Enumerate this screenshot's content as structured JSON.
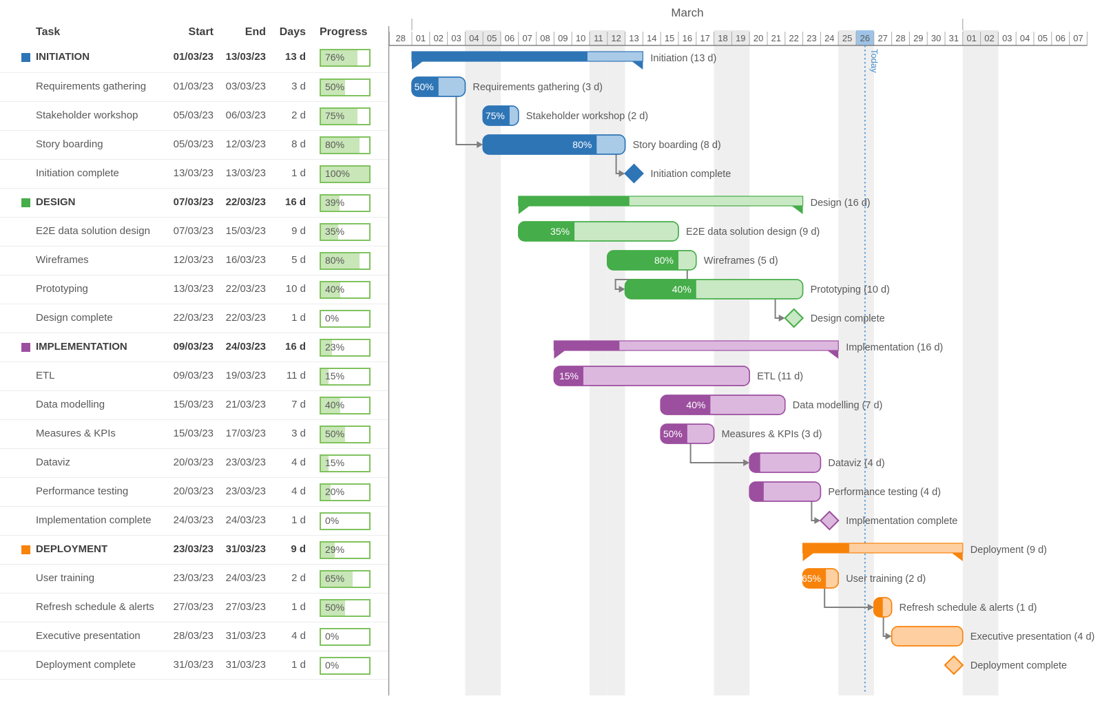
{
  "table": {
    "headers": {
      "task": "Task",
      "start": "Start",
      "end": "End",
      "days": "Days",
      "progress": "Progress"
    }
  },
  "palette": {
    "blue": {
      "dark": "#2E75B6",
      "light": "#A9CBE8"
    },
    "green": {
      "dark": "#45AD49",
      "light": "#C9E8C4"
    },
    "purple": {
      "dark": "#9C4F9F",
      "light": "#DCB8DF"
    },
    "orange": {
      "dark": "#F8830B",
      "light": "#FDCFA1"
    }
  },
  "ui": {
    "today_line": "#5B9BD5",
    "today_cell": "#9DC3E6",
    "weekend_band": "#EFEFEF",
    "weekend_header": "#E9E9E9",
    "tick": "#ABABAB",
    "axis": "#808080",
    "divider": "#8C8C8C",
    "text": "#595959",
    "text_dark": "#3F3F3F",
    "connector": "#7F7F7F",
    "table_bar_border": "#7FC25D",
    "table_bar_fill": "#C8E6B7"
  },
  "chart_data": {
    "type": "gantt",
    "month_label": "March",
    "today_label": "Today",
    "timeline_start": "28/02/23",
    "timeline_end": "07/04/23",
    "today_date": "26/03/23",
    "today_day_index": 26,
    "timeline_days": [
      "28",
      "01",
      "02",
      "03",
      "04",
      "05",
      "06",
      "07",
      "08",
      "09",
      "10",
      "11",
      "12",
      "13",
      "14",
      "15",
      "16",
      "17",
      "18",
      "19",
      "20",
      "21",
      "22",
      "23",
      "24",
      "25",
      "26",
      "27",
      "28",
      "29",
      "30",
      "31",
      "01",
      "02",
      "03",
      "04",
      "05",
      "06",
      "07"
    ],
    "weekend_day_indices": [
      4,
      5,
      11,
      12,
      18,
      19,
      25,
      26,
      32,
      33
    ],
    "tasks": [
      {
        "name": "INITIATION",
        "start": "01/03/23",
        "end": "13/03/23",
        "days": "13 d",
        "progress": 76,
        "kind": "summary",
        "group": "blue",
        "bar_label": "Initiation (13 d)",
        "show_pct_on_bar": false
      },
      {
        "name": "Requirements gathering",
        "start": "01/03/23",
        "end": "03/03/23",
        "days": "3 d",
        "progress": 50,
        "kind": "task",
        "group": "blue",
        "bar_label": "Requirements gathering (3 d)",
        "show_pct_on_bar": true
      },
      {
        "name": "Stakeholder workshop",
        "start": "05/03/23",
        "end": "06/03/23",
        "days": "2 d",
        "progress": 75,
        "kind": "task",
        "group": "blue",
        "bar_label": "Stakeholder workshop (2 d)",
        "show_pct_on_bar": true
      },
      {
        "name": "Story boarding",
        "start": "05/03/23",
        "end": "12/03/23",
        "days": "8 d",
        "progress": 80,
        "kind": "task",
        "group": "blue",
        "bar_label": "Story boarding (8 d)",
        "show_pct_on_bar": true
      },
      {
        "name": "Initiation complete",
        "start": "13/03/23",
        "end": "13/03/23",
        "days": "1 d",
        "progress": 100,
        "kind": "milestone",
        "group": "blue",
        "bar_label": "Initiation complete",
        "show_pct_on_bar": false
      },
      {
        "name": "DESIGN",
        "start": "07/03/23",
        "end": "22/03/23",
        "days": "16 d",
        "progress": 39,
        "kind": "summary",
        "group": "green",
        "bar_label": "Design (16 d)",
        "show_pct_on_bar": false
      },
      {
        "name": "E2E data solution design",
        "start": "07/03/23",
        "end": "15/03/23",
        "days": "9 d",
        "progress": 35,
        "kind": "task",
        "group": "green",
        "bar_label": "E2E data solution design (9 d)",
        "show_pct_on_bar": true
      },
      {
        "name": "Wireframes",
        "start": "12/03/23",
        "end": "16/03/23",
        "days": "5 d",
        "progress": 80,
        "kind": "task",
        "group": "green",
        "bar_label": "Wireframes (5 d)",
        "show_pct_on_bar": true
      },
      {
        "name": "Prototyping",
        "start": "13/03/23",
        "end": "22/03/23",
        "days": "10 d",
        "progress": 40,
        "kind": "task",
        "group": "green",
        "bar_label": "Prototyping (10 d)",
        "show_pct_on_bar": true
      },
      {
        "name": "Design complete",
        "start": "22/03/23",
        "end": "22/03/23",
        "days": "1 d",
        "progress": 0,
        "kind": "milestone",
        "group": "green",
        "bar_label": "Design complete",
        "show_pct_on_bar": false
      },
      {
        "name": "IMPLEMENTATION",
        "start": "09/03/23",
        "end": "24/03/23",
        "days": "16 d",
        "progress": 23,
        "kind": "summary",
        "group": "purple",
        "bar_label": "Implementation (16 d)",
        "show_pct_on_bar": false
      },
      {
        "name": "ETL",
        "start": "09/03/23",
        "end": "19/03/23",
        "days": "11 d",
        "progress": 15,
        "kind": "task",
        "group": "purple",
        "bar_label": "ETL (11 d)",
        "show_pct_on_bar": true
      },
      {
        "name": "Data modelling",
        "start": "15/03/23",
        "end": "21/03/23",
        "days": "7 d",
        "progress": 40,
        "kind": "task",
        "group": "purple",
        "bar_label": "Data modelling (7 d)",
        "show_pct_on_bar": true
      },
      {
        "name": "Measures & KPIs",
        "start": "15/03/23",
        "end": "17/03/23",
        "days": "3 d",
        "progress": 50,
        "kind": "task",
        "group": "purple",
        "bar_label": "Measures & KPIs (3 d)",
        "show_pct_on_bar": true
      },
      {
        "name": "Dataviz",
        "start": "20/03/23",
        "end": "23/03/23",
        "days": "4 d",
        "progress": 15,
        "kind": "task",
        "group": "purple",
        "bar_label": "Dataviz (4 d)",
        "show_pct_on_bar": false
      },
      {
        "name": "Performance testing",
        "start": "20/03/23",
        "end": "23/03/23",
        "days": "4 d",
        "progress": 20,
        "kind": "task",
        "group": "purple",
        "bar_label": "Performance testing (4 d)",
        "show_pct_on_bar": false
      },
      {
        "name": "Implementation complete",
        "start": "24/03/23",
        "end": "24/03/23",
        "days": "1 d",
        "progress": 0,
        "kind": "milestone",
        "group": "purple",
        "bar_label": "Implementation complete",
        "show_pct_on_bar": false
      },
      {
        "name": "DEPLOYMENT",
        "start": "23/03/23",
        "end": "31/03/23",
        "days": "9 d",
        "progress": 29,
        "kind": "summary",
        "group": "orange",
        "bar_label": "Deployment (9 d)",
        "show_pct_on_bar": false
      },
      {
        "name": "User training",
        "start": "23/03/23",
        "end": "24/03/23",
        "days": "2 d",
        "progress": 65,
        "kind": "task",
        "group": "orange",
        "bar_label": "User training (2 d)",
        "show_pct_on_bar": true
      },
      {
        "name": "Refresh schedule & alerts",
        "start": "27/03/23",
        "end": "27/03/23",
        "days": "1 d",
        "progress": 50,
        "kind": "task",
        "group": "orange",
        "bar_label": "Refresh schedule & alerts (1 d)",
        "show_pct_on_bar": false
      },
      {
        "name": "Executive presentation",
        "start": "28/03/23",
        "end": "31/03/23",
        "days": "4 d",
        "progress": 0,
        "kind": "task",
        "group": "orange",
        "bar_label": "Executive presentation (4 d)",
        "show_pct_on_bar": false
      },
      {
        "name": "Deployment complete",
        "start": "31/03/23",
        "end": "31/03/23",
        "days": "1 d",
        "progress": 0,
        "kind": "milestone",
        "group": "orange",
        "bar_label": "Deployment complete",
        "show_pct_on_bar": false
      }
    ],
    "links": [
      {
        "from": 1,
        "to": 3
      },
      {
        "from": 3,
        "to": 4
      },
      {
        "from": 7,
        "to": 8,
        "shape": "Z"
      },
      {
        "from": 8,
        "to": 9,
        "drop": 40
      },
      {
        "from": 13,
        "to": 14,
        "drop": 34
      },
      {
        "from": 15,
        "to": 16
      },
      {
        "from": 18,
        "to": 19,
        "drop": 20
      },
      {
        "from": 19,
        "to": 20,
        "drop": 12
      }
    ]
  }
}
